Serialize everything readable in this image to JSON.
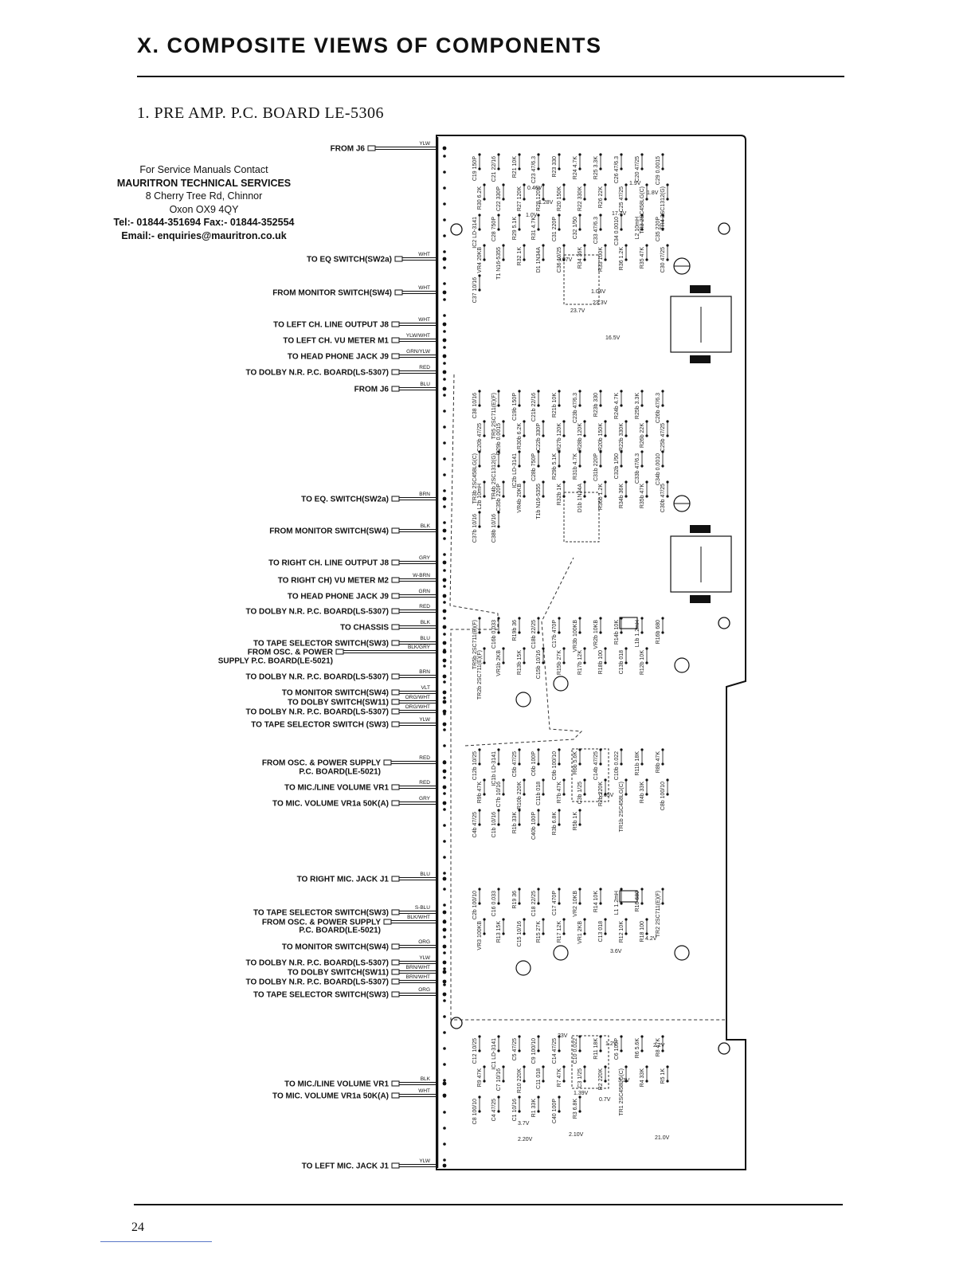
{
  "header": {
    "title": "X.  COMPOSITE VIEWS OF COMPONENTS",
    "subtitle": "1.  PRE AMP. P.C. BOARD LE-5306"
  },
  "contact": {
    "line1": "For Service Manuals Contact",
    "line2": "MAURITRON TECHNICAL SERVICES",
    "line3": "8 Cherry Tree Rd, Chinnor",
    "line4": "Oxon OX9 4QY",
    "line5": "Tel:- 01844-351694 Fax:- 01844-352554",
    "line6": "Email:- enquiries@mauritron.co.uk"
  },
  "page_number": "24",
  "connections": [
    {
      "label": "FROM J6",
      "wire": "YLW"
    },
    {
      "label": "TO EQ SWITCH(SW2a)",
      "wire": "WHT"
    },
    {
      "label": "FROM MONITOR SWITCH(SW4)",
      "wire": "WHT"
    },
    {
      "label": "TO LEFT CH. LINE OUTPUT J8",
      "wire": "WHT"
    },
    {
      "label": "TO LEFT CH. VU METER M1",
      "wire": "YLW/WHT"
    },
    {
      "label": "TO HEAD PHONE JACK J9",
      "wire": "GRN/YLW"
    },
    {
      "label": "TO DOLBY N.R. P.C. BOARD(LS-5307)",
      "wire": "RED"
    },
    {
      "label": "FROM J6",
      "wire": "BLU"
    },
    {
      "label": "TO EQ. SWITCH(SW2a)",
      "wire": "BRN"
    },
    {
      "label": "FROM MONITOR SWITCH(SW4)",
      "wire": "BLK"
    },
    {
      "label": "TO RIGHT CH. LINE OUTPUT J8",
      "wire": "GRY"
    },
    {
      "label": "TO RIGHT CH) VU METER M2",
      "wire": "W-BRN"
    },
    {
      "label": "TO HEAD PHONE JACK J9",
      "wire": "GRN"
    },
    {
      "label": "TO DOLBY N.R. P.C. BOARD(LS-5307)",
      "wire": "RED"
    },
    {
      "label": "TO CHASSIS",
      "wire": "BLK"
    },
    {
      "label": "TO TAPE SELECTOR SWITCH(SW3)",
      "wire": "BLU"
    },
    {
      "label": "FROM OSC. & POWER",
      "wire": "BLK/GRY"
    },
    {
      "label": "SUPPLY P.C. BOARD(LE-5021)",
      "wire": ""
    },
    {
      "label": "TO DOLBY N.R. P.C. BOARD(LS-5307)",
      "wire": "BRN"
    },
    {
      "label": "TO MONITOR SWITCH(SW4)",
      "wire": "VLT"
    },
    {
      "label": "TO DOLBY SWITCH(SW11)",
      "wire": "ORG/WHT"
    },
    {
      "label": "TO DOLBY N.R. P.C. BOARD(LS-5307)",
      "wire": "ORG/WHT"
    },
    {
      "label": "TO TAPE SELECTOR SWITCH (SW3)",
      "wire": "YLW"
    },
    {
      "label": "FROM OSC. & POWER SUPPLY",
      "wire": "RED"
    },
    {
      "label": "P.C. BOARD(LE-5021)",
      "wire": ""
    },
    {
      "label": "TO MIC./LINE VOLUME VR1",
      "wire": "RED"
    },
    {
      "label": "TO MIC. VOLUME VR1a 50K(A)",
      "wire": "GRY"
    },
    {
      "label": "TO RIGHT MIC. JACK J1",
      "wire": "BLU"
    },
    {
      "label": "TO TAPE SELECTOR SWITCH(SW3)",
      "wire": "S-BLU"
    },
    {
      "label": "FROM OSC. & POWER SUPPLY",
      "wire": "BLK/WHT"
    },
    {
      "label": "P.C. BOARD(LE-5021)",
      "wire": ""
    },
    {
      "label": "TO MONITOR SWITCH(SW4)",
      "wire": "ORG"
    },
    {
      "label": "TO DOLBY N.R. P.C. BOARD(LS-5307)",
      "wire": "YLW"
    },
    {
      "label": "TO DOLBY SWITCH(SW11)",
      "wire": "BRN/WHT"
    },
    {
      "label": "TO DOLBY N.R. P.C. BOARD(LS-5307)",
      "wire": "BRN/WHT"
    },
    {
      "label": "TO TAPE SELECTOR SWITCH(SW3)",
      "wire": "ORG"
    },
    {
      "label": "TO MIC./LINE VOLUME VR1",
      "wire": "BLK"
    },
    {
      "label": "TO MIC. VOLUME VR1a 50K(A)",
      "wire": "WHT"
    },
    {
      "label": "TO LEFT MIC. JACK J1",
      "wire": "YLW"
    }
  ],
  "components": [
    "C19 150P",
    "C21 22/16",
    "R21 10K",
    "C23 47/6.3",
    "R23 330",
    "R24 4.7K",
    "R25 3.3K",
    "C26 47/6.3",
    "C20 47/25",
    "C29 0.0015",
    "R30 6.2K",
    "C22 330P",
    "R27 120K",
    "R28 120K",
    "R20 150K",
    "R22 330K",
    "R26 22K",
    "C25 47/25",
    "TR3 2SC458LG(C)",
    "TR4 2SC1312(G)",
    "IC2 LD-3141",
    "C28 750P",
    "R29 5.1K",
    "R31 4.7K",
    "C31 220P",
    "C32 1/50",
    "C33 47/6.3",
    "C34 0.0010",
    "L2 10mH",
    "C35 220P",
    "VR4 20KB",
    "T1 N16-5355",
    "R32 1K",
    "D1 1N34A",
    "C36 10/25",
    "R34 36K",
    "R33 100K",
    "R36 1.2K",
    "R35 47K",
    "C30 47/25",
    "C37 10/16",
    "C38 10/16",
    "TR5 2SC711(E)(F)",
    "C19b 150P",
    "C21b 22/16",
    "R21b 10K",
    "C23b 47/6.3",
    "R23b 330",
    "R24b 4.7K",
    "R25b 3.3K",
    "C26b 47/6.3",
    "C20b 47/25",
    "C29b 0.0015",
    "R30b 6.2K",
    "C22b 330P",
    "R27b 120K",
    "R28b 120K",
    "R20b 150K",
    "R22b 330K",
    "R26b 22K",
    "C25b 47/25",
    "TR3b 2SC458LG(C)",
    "TR4b 2SC1312(G)",
    "IC2b LD-3141",
    "C28b 750P",
    "R29b 5.1K",
    "R31b 4.7K",
    "C31b 220P",
    "C32b 1/50",
    "C33b 47/6.3",
    "C34b 0.0010",
    "L2b 10mH",
    "C35b 220P",
    "VR4b 20KB",
    "T1b N16-5355",
    "R32b 1K",
    "D1b 1N34A",
    "R36b 1.2K",
    "R34b 36K",
    "R35b 47K",
    "C30b 47/25",
    "C37b 10/16",
    "C38b 10/16",
    "TR5b 2SC711(E)(F)",
    "C16b 0.033",
    "R19b 36",
    "C18b 22/25",
    "C17b 470P",
    "VR3b 100KB",
    "VR2b 10KB",
    "R14b 10K",
    "L1b 1.2mH",
    "R16b 680",
    "TR2b 2SC711(E)(F)",
    "VR1b 2KB",
    "R13b 15K",
    "C15b 10/16",
    "R15b 27K",
    "R17b 12K",
    "R18b 100",
    "C13b 018",
    "R12b 10K",
    "C12b 10/25",
    "IC1b LD-3141",
    "C5b 47/25",
    "C6b 100P",
    "C9b 100/10",
    "R6b 5.6K",
    "C14b 47/25",
    "C10b 0.022",
    "R11b 18K",
    "R8b 47K",
    "R9b 47K",
    "C7b 10/16",
    "R10b 220K",
    "C11b 018",
    "R7b 47K",
    "C3b 1/25",
    "R2b 220K",
    "TR1b 2SC458LG(C)",
    "R4b 33K",
    "C8b 100/10",
    "C4b 47/25",
    "C1b 10/16",
    "R1b 33K",
    "C40b 100P",
    "R3b 6.8K",
    "R5b 1K",
    "C2b 100/10",
    "C16 0.033",
    "R19 36",
    "C18 22/25",
    "C17 470P",
    "VR2 10KB",
    "R14 10K",
    "L1 1.2mH",
    "R16 680",
    "TR2 2SC711(E)(F)",
    "VR3 100KB",
    "R13 15K",
    "C15 10/16",
    "R15 27K",
    "R17 12K",
    "VR1 2KB",
    "C13 018",
    "R12 10K",
    "R18 100",
    "C12 10/25",
    "IC1 LD-3141",
    "C5 47/25",
    "C9 100/10",
    "C14 47/25",
    "C10 0.022",
    "R11 18K",
    "C6 100P",
    "R6 5.6K",
    "R8 47K",
    "R9 47K",
    "C7 10/16",
    "R10 220K",
    "C11 018",
    "R7 47K",
    "C3 1/25",
    "R2 220K",
    "TR1 2SC458LG(C)",
    "R4 33K",
    "R5 1K",
    "C8 100/10",
    "C4 47/25",
    "C1 10/16",
    "R1 33K",
    "C40 100P",
    "R3 6.8K",
    "C2 100/10"
  ],
  "voltages": [
    "0.46V",
    "1.28V",
    "1.0V",
    "3.07V",
    "1.9V",
    "1.8V",
    "17.4V",
    "23.3V",
    "1.04V",
    "23.7V",
    "16.5V",
    "0.65V",
    "3.6V",
    "4.2V",
    "2.2V",
    "21.0V",
    "3.3V",
    "0.7V",
    "1.39V",
    "2.10V",
    "2.20V",
    "3.7V",
    "1.2V",
    "23V"
  ]
}
